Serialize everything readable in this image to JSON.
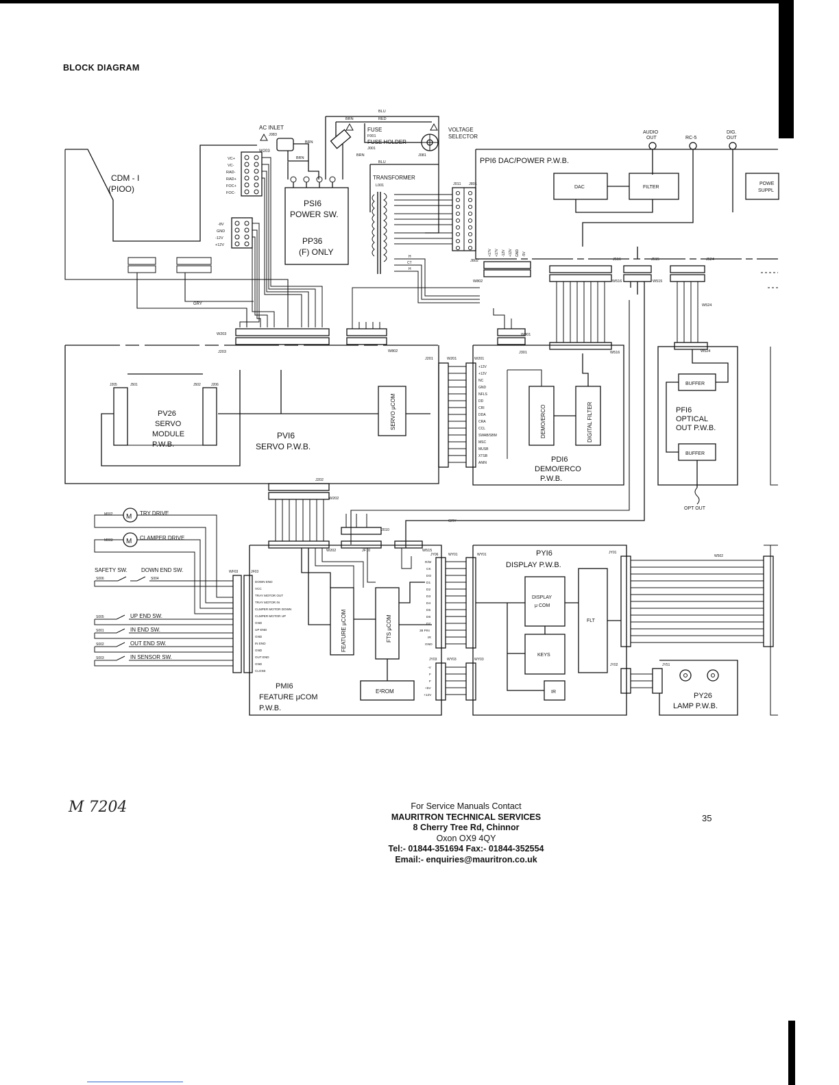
{
  "title": "BLOCK DIAGRAM",
  "page_number": "35",
  "handwritten_note": "M 7204",
  "contact": {
    "line1": "For Service Manuals Contact",
    "line2": "MAURITRON TECHNICAL SERVICES",
    "line3": "8 Cherry Tree Rd, Chinnor",
    "line4": "Oxon OX9 4QY",
    "line5": "Tel:- 01844-351694 Fax:- 01844-352554",
    "line6": "Email:- enquiries@mauritron.co.uk"
  },
  "blocks": {
    "cdm_name": "CDM - I",
    "cdm_sub": "(PIOO)",
    "ps16_l1": "PSI6",
    "ps16_l2": "POWER SW.",
    "pp36_l1": "PP36",
    "pp36_l2": "(F) ONLY",
    "pp16": "PPI6  DAC/POWER P.W.B.",
    "dac": "DAC",
    "filter": "FILTER",
    "power_l1": "POWE",
    "power_l2": "SUPPL",
    "pv26_l1": "PV26",
    "pv26_l2": "SERVO",
    "pv26_l3": "MODULE",
    "pv26_l4": "P.W.B.",
    "pv16_l1": "PVI6",
    "pv16_l2": "SERVO  P.W.B.",
    "servo_ucom": "SERVO μCOM",
    "demo": "DEMO/ERCO",
    "digital_filter": "DIGITAL FILTER",
    "pd16_l1": "PDI6",
    "pd16_l2": "DEMO/ERCO",
    "pd16_l3": "P.W.B.",
    "pf16_l1": "PFI6",
    "pf16_l2": "OPTICAL",
    "pf16_l3": "OUT P.W.B.",
    "buffer": "BUFFER",
    "opt_out": "OPT OUT",
    "pm16_l1": "PMI6",
    "pm16_l2": "FEATURE μCOM",
    "pm16_l3": "P.W.B.",
    "feature_ucom": "FEATURE μCOM",
    "fts_ucom": "FTS μCOM",
    "e2rom": "E²ROM",
    "py16_l1": "PYI6",
    "py16_l2": "DISPLAY  P.W.B.",
    "display_ucom_l1": "DISPLAY",
    "display_ucom_l2": "μ COM",
    "keys": "KEYS",
    "flt": "FLT",
    "ir": "IR",
    "py26_l1": "PY26",
    "py26_l2": "LAMP  P.W.B."
  },
  "labels": {
    "ac_inlet": "AC INLET",
    "j083": "J083",
    "fuse": "FUSE",
    "f001": "F001",
    "fuse_holder": "FUSE HOLDER",
    "j001": "J001",
    "voltage_l1": "VOLTAGE",
    "voltage_l2": "SELECTOR",
    "j081": "J081",
    "transformer": "TRANSFORMER",
    "l001": "L001",
    "audio_l1": "AUDIO",
    "audio_l2": "OUT",
    "rc5": "RC-5",
    "dig_l1": "DIG.",
    "dig_l2": "OUT",
    "blu": "BLU",
    "red": "RED",
    "brn": "BRN",
    "gry": "GRY",
    "w203": "W203",
    "j203": "J203",
    "w202": "W202",
    "j202": "J202",
    "j201": "J201",
    "w201": "W201",
    "w301": "W301",
    "j301": "J301",
    "w516": "W516",
    "w515": "W515",
    "j516": "J516",
    "j515": "J515",
    "j524": "J524",
    "w524": "W524",
    "w802": "W802",
    "j802": "J802",
    "j011": "J011",
    "j801": "J801",
    "j205": "J205",
    "j501": "J501",
    "j502": "J502",
    "j206": "J206",
    "j010": "J010",
    "wf03": "WF03",
    "jf03": "JF03",
    "jf10": "JF10",
    "wy01": "WY01",
    "jy01": "JY01",
    "jy03": "JY03",
    "wy03": "WY03",
    "jy02": "JY02",
    "jy51": "JY51",
    "w502": "W502",
    "try_drive": "TRY DRIVE",
    "clamper_drive": "CLAMPER DRIVE",
    "m002": "M002",
    "m003": "M003",
    "safety_sw": "SAFETY SW.",
    "down_end_sw": "DOWN END SW.",
    "up_end_sw": "UP END SW.",
    "in_end_sw": "IN END SW.",
    "out_end_sw": "OUT END SW.",
    "in_sensor_sw": "IN SENSOR SW.",
    "s006": "S006",
    "s004": "S004",
    "s005": "S005",
    "s001": "S001",
    "s002": "S002",
    "s003": "S003",
    "motor_symbol": "M"
  },
  "pins": {
    "cdm_top": [
      "VC+",
      "VC-",
      "RAD-",
      "RAD+",
      "FOC+",
      "FOC-"
    ],
    "cdm_pwr": [
      "-8V",
      "GND",
      "-12V",
      "+12V"
    ],
    "j201": [
      "+12V",
      "+12V",
      "NC",
      "GND",
      "NFLS",
      "DD",
      "CRI",
      "DDA",
      "CRA",
      "CCL",
      "SWAB/SBM",
      "MSC",
      "MUSB",
      "XTSB",
      "ANIN"
    ],
    "jf03": [
      "DOWN END",
      "VCC",
      "TRAY MOTOR OUT",
      "TRAY MOTOR IN",
      "CLMPER MOTOR DOWN",
      "CLMPER MOTOR UP",
      "GND",
      "UP END",
      "GND",
      "IN END",
      "GND",
      "OUT END",
      "GND",
      "CLOSE"
    ],
    "jy06": [
      "R/W",
      "CK",
      "DO",
      "D1",
      "D2",
      "D3",
      "D4",
      "D5",
      "D6",
      "D7",
      "38 PIN",
      "IR",
      "GND"
    ],
    "jy03": [
      "-V",
      "F",
      "F",
      "+5V",
      "+12V"
    ]
  }
}
